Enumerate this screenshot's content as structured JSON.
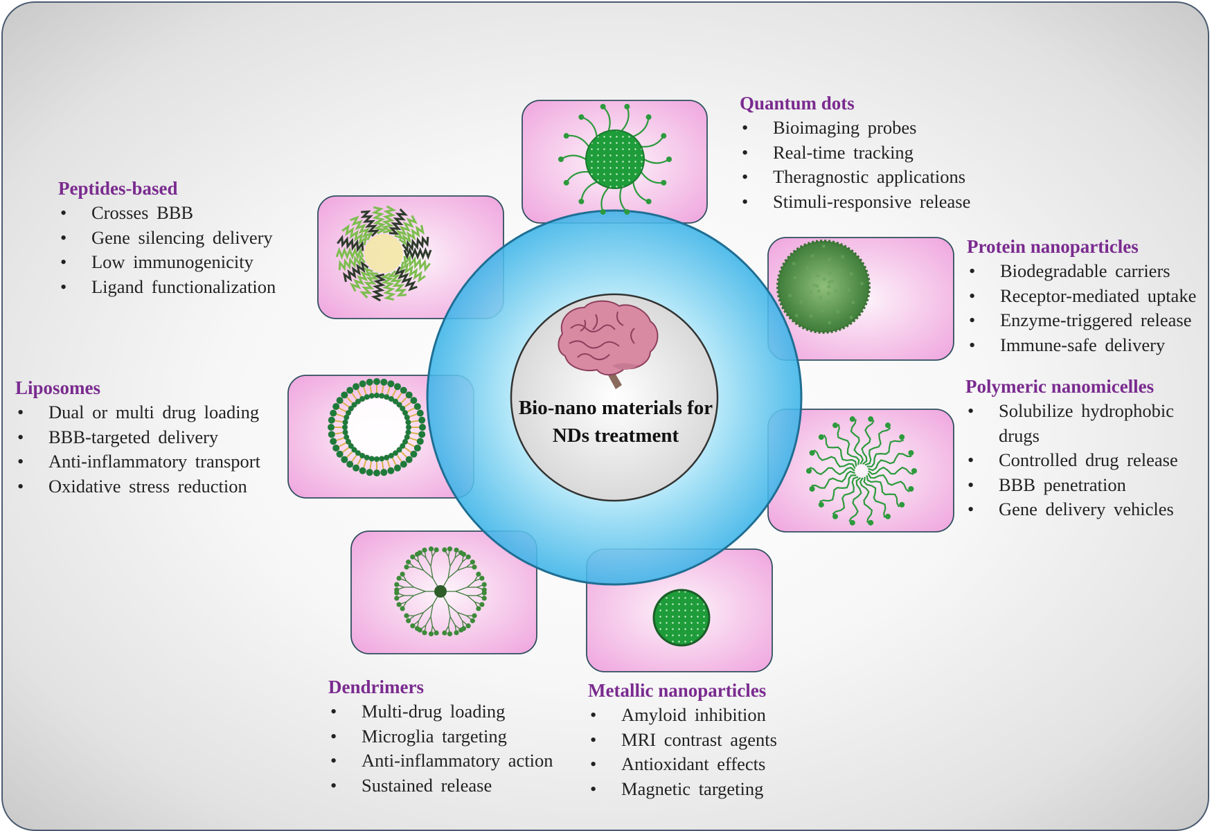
{
  "center_title": "Bio-nano materials for NDs treatment",
  "icons": {
    "center": "brain-icon",
    "quantum_dots": "quantum-dot-icon",
    "peptides": "peptide-nanoparticle-icon",
    "protein": "protein-nanoparticle-icon",
    "liposomes": "liposome-icon",
    "polymeric": "polymeric-micelle-icon",
    "dendrimers": "dendrimer-icon",
    "metallic": "metallic-nanoparticle-icon"
  },
  "colors": {
    "title": "#7a2b8f",
    "ring": "#5fc2ea",
    "card": "#f3b5e4",
    "particle": "#2c9a3c"
  },
  "categories": {
    "quantum_dots": {
      "title": "Quantum dots",
      "items": [
        "Bioimaging probes",
        "Real-time tracking",
        "Theragnostic applications",
        "Stimuli-responsive release"
      ]
    },
    "peptides": {
      "title": "Peptides-based",
      "items": [
        "Crosses BBB",
        "Gene silencing delivery",
        "Low immunogenicity",
        "Ligand functionalization"
      ]
    },
    "protein": {
      "title": "Protein nanoparticles",
      "items": [
        "Biodegradable carriers",
        "Receptor-mediated uptake",
        "Enzyme-triggered release",
        "Immune-safe delivery"
      ]
    },
    "liposomes": {
      "title": "Liposomes",
      "items": [
        "Dual or multi drug loading",
        "BBB-targeted delivery",
        "Anti-inflammatory transport",
        "Oxidative stress reduction"
      ]
    },
    "polymeric": {
      "title": "Polymeric nanomicelles",
      "items": [
        "Solubilize hydrophobic drugs",
        "Controlled drug release",
        "BBB penetration",
        "Gene delivery vehicles"
      ]
    },
    "dendrimers": {
      "title": "Dendrimers",
      "items": [
        "Multi-drug loading",
        "Microglia targeting",
        "Anti-inflammatory action",
        "Sustained release"
      ]
    },
    "metallic": {
      "title": "Metallic nanoparticles",
      "items": [
        "Amyloid inhibition",
        "MRI contrast agents",
        "Antioxidant effects",
        "Magnetic targeting"
      ]
    }
  }
}
